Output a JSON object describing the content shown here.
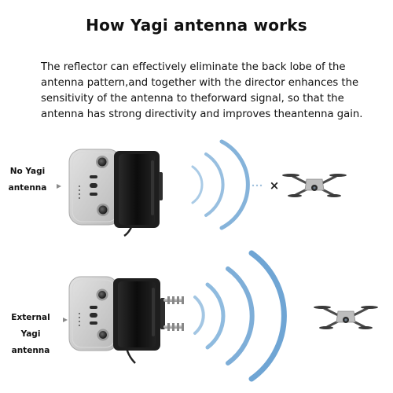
{
  "title": "How Yagi antenna works",
  "description": "The reflector can effectively eliminate the back lobe of the antenna pattern,and together with the director enhances the sensitivity of the antenna to theforward signal, so that the antenna has strong directivity and improves theantenna gain.",
  "rows": [
    {
      "label_line1": "No Yagi",
      "label_line2": "antenna",
      "signal_reaches_drone": false,
      "blocked_mark": "×"
    },
    {
      "label_line1": "External",
      "label_line2": "Yagi antenna",
      "signal_reaches_drone": true
    }
  ],
  "colors": {
    "signal_wave": "#7fb0d8",
    "controller_body": "#c9c9c9",
    "phone": "#111111",
    "drone_body": "#b5b5b5"
  }
}
